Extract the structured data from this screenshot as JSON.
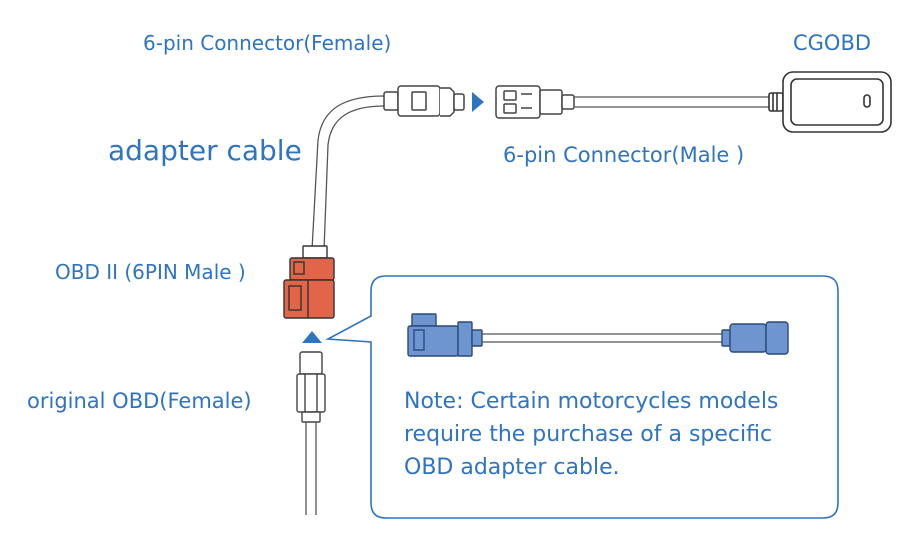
{
  "labels": {
    "female_connector": "6-pin Connector(Female)",
    "cgobd": "CGOBD",
    "adapter_cable": "adapter cable",
    "male_connector": "6-pin Connector(Male )",
    "obd2_male": "OBD II (6PIN Male )",
    "original_obd": "original OBD(Female)"
  },
  "note": {
    "line1": "Note: Certain motorcycles models",
    "line2": "require the purchase of a specific",
    "line3": "OBD adapter cable."
  },
  "colors": {
    "accent_blue": "#2f74c0",
    "obd_connector_red": "#e2654a",
    "alt_connector_blue": "#6f95d0",
    "line_gray": "#555555"
  }
}
